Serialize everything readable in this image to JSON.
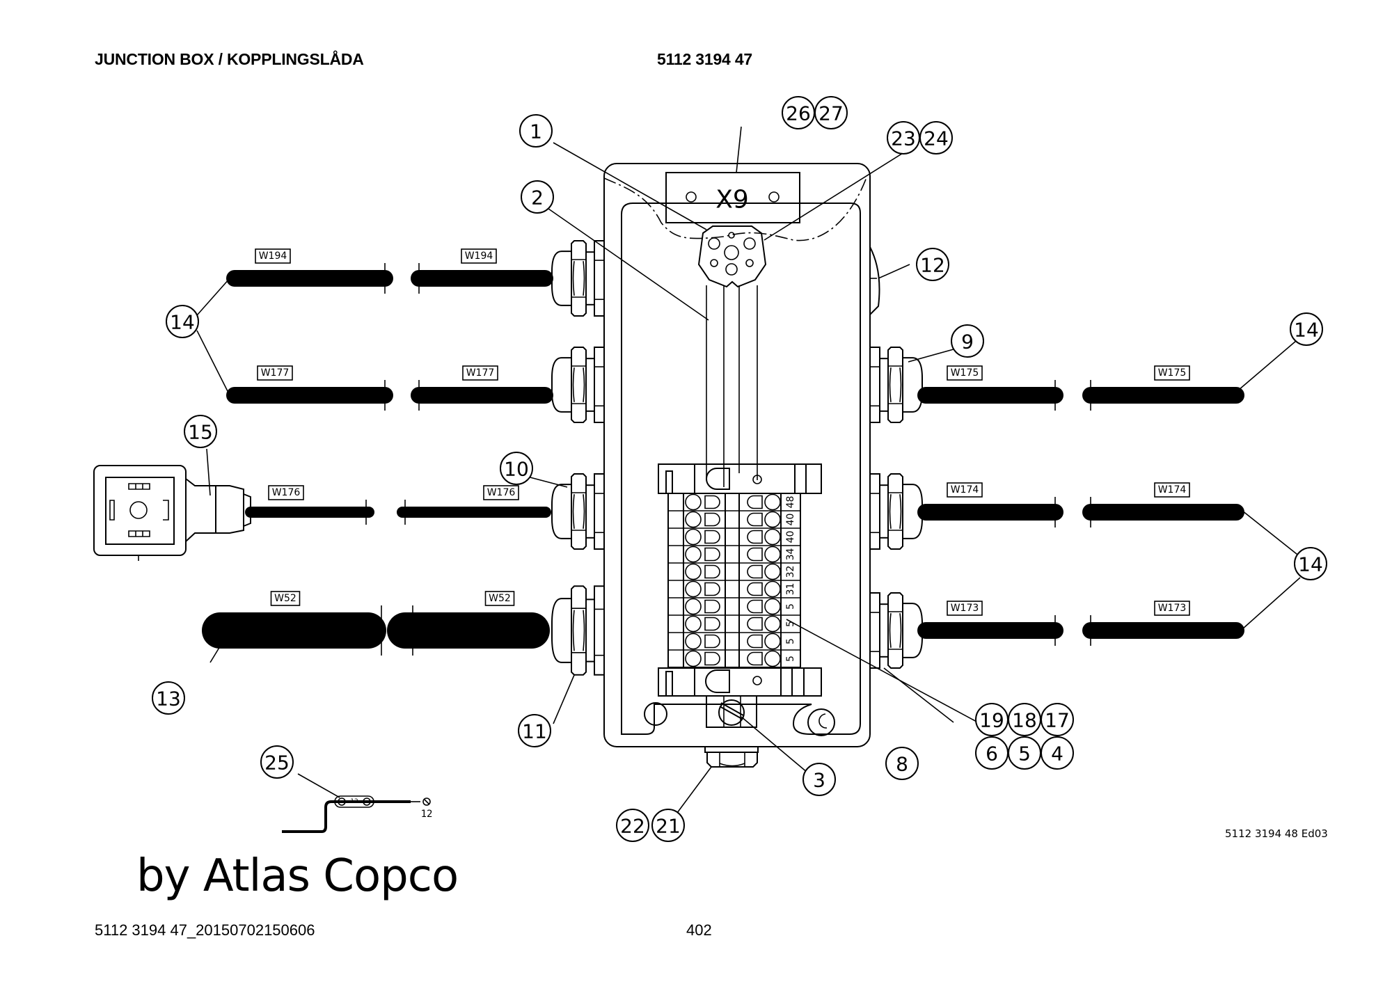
{
  "header": {
    "title": "JUNCTION BOX / KOPPLINGSLÅDA",
    "part_number": "5112 3194 47"
  },
  "drawing": {
    "label_plate": "X9",
    "drawing_ref": "5112 3194 48 Ed03",
    "cables": [
      {
        "id": "W194",
        "side": "left"
      },
      {
        "id": "W177",
        "side": "left"
      },
      {
        "id": "W176",
        "side": "left"
      },
      {
        "id": "W52",
        "side": "left"
      },
      {
        "id": "W175",
        "side": "right"
      },
      {
        "id": "W174",
        "side": "right"
      },
      {
        "id": "W173",
        "side": "right"
      }
    ],
    "terminal_labels": [
      "48",
      "40",
      "40",
      "34",
      "32",
      "31",
      "5",
      "5",
      "5",
      "5"
    ],
    "earth_strap_label": "12",
    "earth_strap_end_label": "12",
    "callouts": {
      "c1": "1",
      "c2": "2",
      "c3": "3",
      "c4": "4",
      "c5": "5",
      "c6": "6",
      "c8": "8",
      "c9": "9",
      "c10": "10",
      "c11": "11",
      "c12": "12",
      "c13": "13",
      "c14": "14",
      "c15": "15",
      "c17": "17",
      "c18": "18",
      "c19": "19",
      "c21": "21",
      "c22": "22",
      "c23": "23",
      "c24": "24",
      "c25": "25",
      "c26": "26",
      "c27": "27"
    }
  },
  "watermark": "by Atlas Copco",
  "footer": {
    "document_id": "5112 3194 47_20150702150606",
    "page": "402"
  }
}
